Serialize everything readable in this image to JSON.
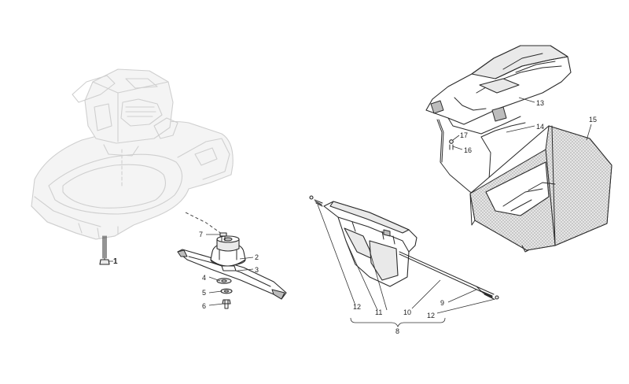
{
  "diagram": {
    "labels": {
      "l1": "1",
      "l2": "2",
      "l3": "3",
      "l4": "4",
      "l5": "5",
      "l6": "6",
      "l7": "7",
      "l8": "8",
      "l9": "9",
      "l10": "10",
      "l11": "11",
      "l12a": "12",
      "l12b": "12",
      "l13": "13",
      "l14": "14",
      "l15": "15",
      "l16": "16",
      "l17": "17"
    }
  }
}
